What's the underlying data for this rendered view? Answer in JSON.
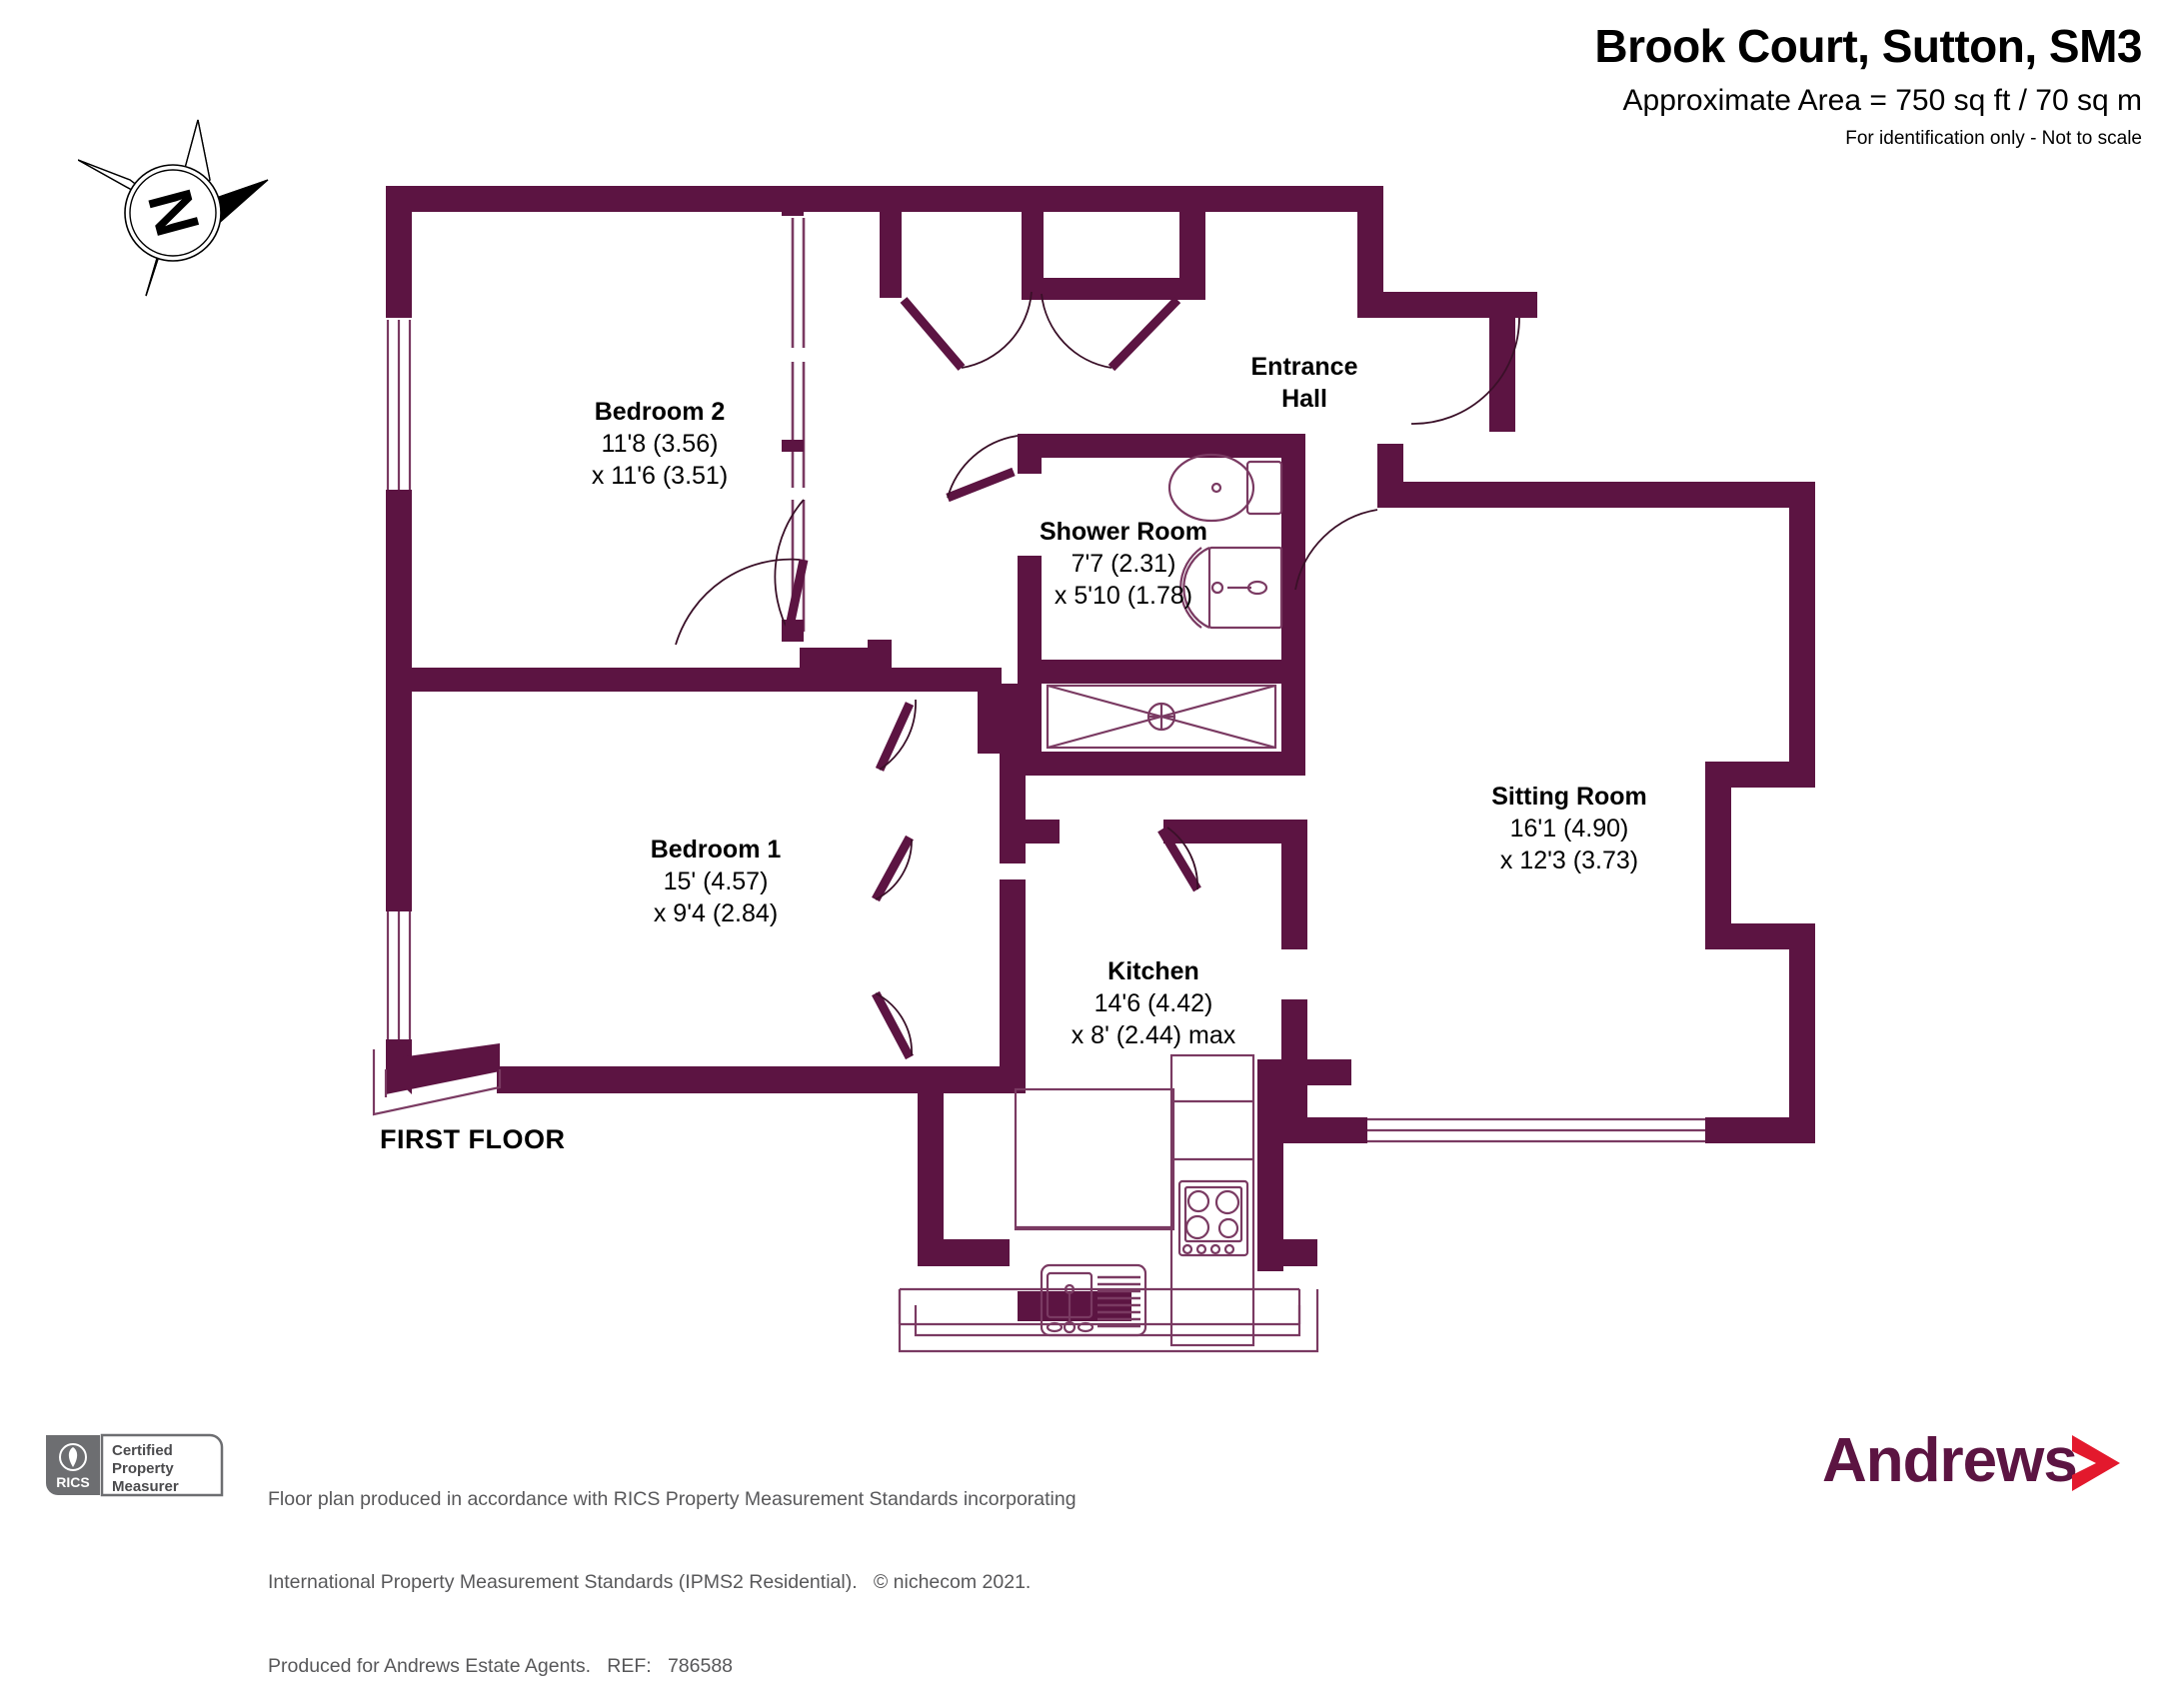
{
  "header": {
    "title": "Brook Court, Sutton, SM3",
    "area": "Approximate Area = 750 sq ft / 70 sq m",
    "disclaimer": "For identification only - Not to scale"
  },
  "compass": {
    "letter": "N",
    "icon": "compass-rose-icon"
  },
  "floor_label": "FIRST FLOOR",
  "rooms": [
    {
      "id": "bedroom-2",
      "name": "Bedroom 2",
      "dim_line1": "11'8  (3.56)",
      "dim_line2": "x 11'6 (3.51)"
    },
    {
      "id": "bedroom-1",
      "name": "Bedroom 1",
      "dim_line1": "15' (4.57)",
      "dim_line2": "x 9'4 (2.84)"
    },
    {
      "id": "shower-room",
      "name": "Shower Room",
      "dim_line1": "7'7 (2.31)",
      "dim_line2": "x 5'10 (1.78)"
    },
    {
      "id": "entrance-hall",
      "name": "Entrance",
      "dim_line1": "Hall",
      "dim_line2": ""
    },
    {
      "id": "sitting-room",
      "name": "Sitting Room",
      "dim_line1": "16'1  (4.90)",
      "dim_line2": "x 12'3 (3.73)"
    },
    {
      "id": "kitchen",
      "name": "Kitchen",
      "dim_line1": "14'6 (4.42)",
      "dim_line2": "x 8' (2.44) max"
    }
  ],
  "footer": {
    "rics_badge": {
      "mark": "RICS",
      "line1": "Certified",
      "line2": "Property",
      "line3": "Measurer"
    },
    "line1": "Floor plan produced in accordance with RICS Property Measurement Standards incorporating",
    "line2": "International Property Measurement Standards (IPMS2 Residential).   © nichecom 2021.",
    "line3": "Produced for Andrews Estate Agents.   REF:   786588",
    "brand": "Andrews"
  },
  "colors": {
    "wall": "#5c1442",
    "wall_thin": "#5c1442",
    "fixture_line": "#7a3a62",
    "text": "#000000",
    "footer_text": "#58585a",
    "brand_purple": "#5c1442",
    "brand_red": "#e3192d",
    "rics_grey": "#6d6e71"
  }
}
